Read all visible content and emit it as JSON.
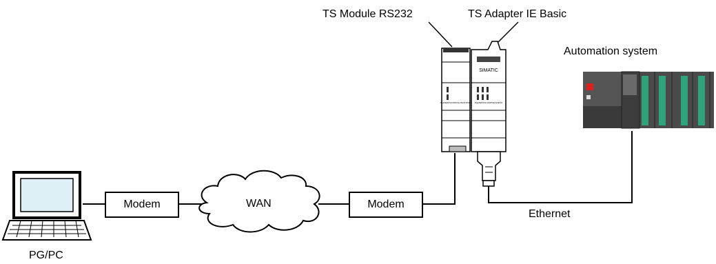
{
  "labels": {
    "ts_module": "TS Module RS232",
    "ts_adapter": "TS Adapter IE Basic",
    "automation": "Automation system",
    "modem_left": "Modem",
    "wan": "WAN",
    "modem_right": "Modem",
    "ethernet": "Ethernet",
    "pgpc": "PG/PC"
  },
  "device": {
    "brand": "SIMATIC",
    "module_text": "TELESERVICE MODULE RS232 BASIC",
    "adapter_text": "TELESERVICE ADAPTER IE BASIC"
  },
  "colors": {
    "line": "#000000",
    "plc_body": "#4a4a4a",
    "plc_dark": "#3a3a3a",
    "plc_green": "#2fa37a",
    "plc_led": "#e02020"
  }
}
